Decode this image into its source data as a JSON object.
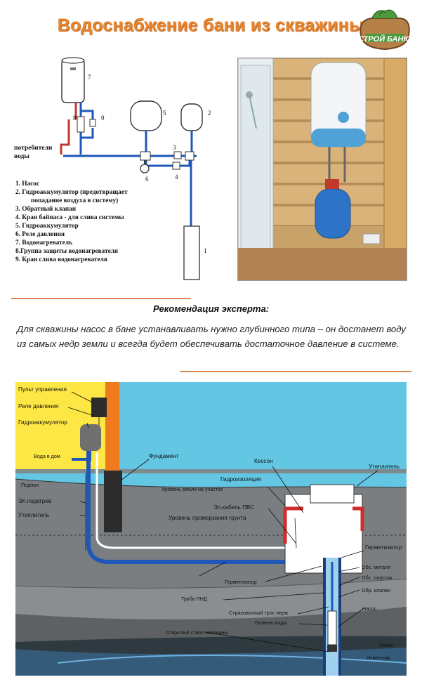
{
  "title": "Водоснабжение бани из скважины",
  "logo": {
    "text": "СТРОЙ БАНЮ"
  },
  "top_scheme": {
    "consumers_label": "потребители воды",
    "numbers": [
      "1",
      "2",
      "3",
      "4",
      "5",
      "6",
      "7",
      "8",
      "9"
    ],
    "legend": [
      "1. Насос",
      "2. Гидроаккумулятор (предотвращает",
      "попадание воздуха в систему)",
      "3. Обратный клапан",
      "4. Кран байпаса -  для слива системы",
      "5. Гидроаккумулятор",
      "6. Реле давления",
      "7. Водонагреватель",
      "8.Группа защиты водонагревателя",
      "9. Кран слива водонагревателя"
    ]
  },
  "expert": {
    "title": "Рекомендация эксперта:",
    "text": "Для скважины насос в бане устанавливать нужно глубинного типа – он достанет воду из самых недр земли и всегда будет обеспечивать достаточное давление в системе."
  },
  "bottom_diagram": {
    "labels": {
      "control_panel": "Пульт управления",
      "pressure_relay": "Реле давления",
      "accumulator": "Гидроаккумулятор",
      "water_to_house": "Вода в дом",
      "underfloor": "Подпол",
      "heating_cable": "Эл.подогрев",
      "insulation_left": "Утеплитель",
      "foundation": "Фундамент",
      "caisson": "Кессон",
      "insulation_right": "Утеплитель",
      "waterproofing": "Гидроизоляция",
      "ground_level": "Уровень земли на участке",
      "pvs_cable": "Эл.кабель ПВС",
      "freezing_level": "Уровень промерзания грунта",
      "sealer_right": "Герметизатор",
      "sealer_bottom": "Герметизатор",
      "casing_metal": "Обс. металл",
      "casing_plastic": "Обс. пластик",
      "check_valve": "Обр. клапан",
      "pnd_pipe": "Труба ПНД",
      "safety_cable": "Страховочный трос нерж.",
      "water_level": "Уровень воды",
      "pump": "Насос",
      "open_shaft": "Открытый ствол скважины",
      "clay": "Глина",
      "limestone": "Известняк"
    }
  },
  "colors": {
    "title": "#e7852e",
    "pipe": "#1e57b8",
    "sky": "#63c7e4",
    "wall": "#fde744",
    "foundation": "#f07a1e"
  }
}
